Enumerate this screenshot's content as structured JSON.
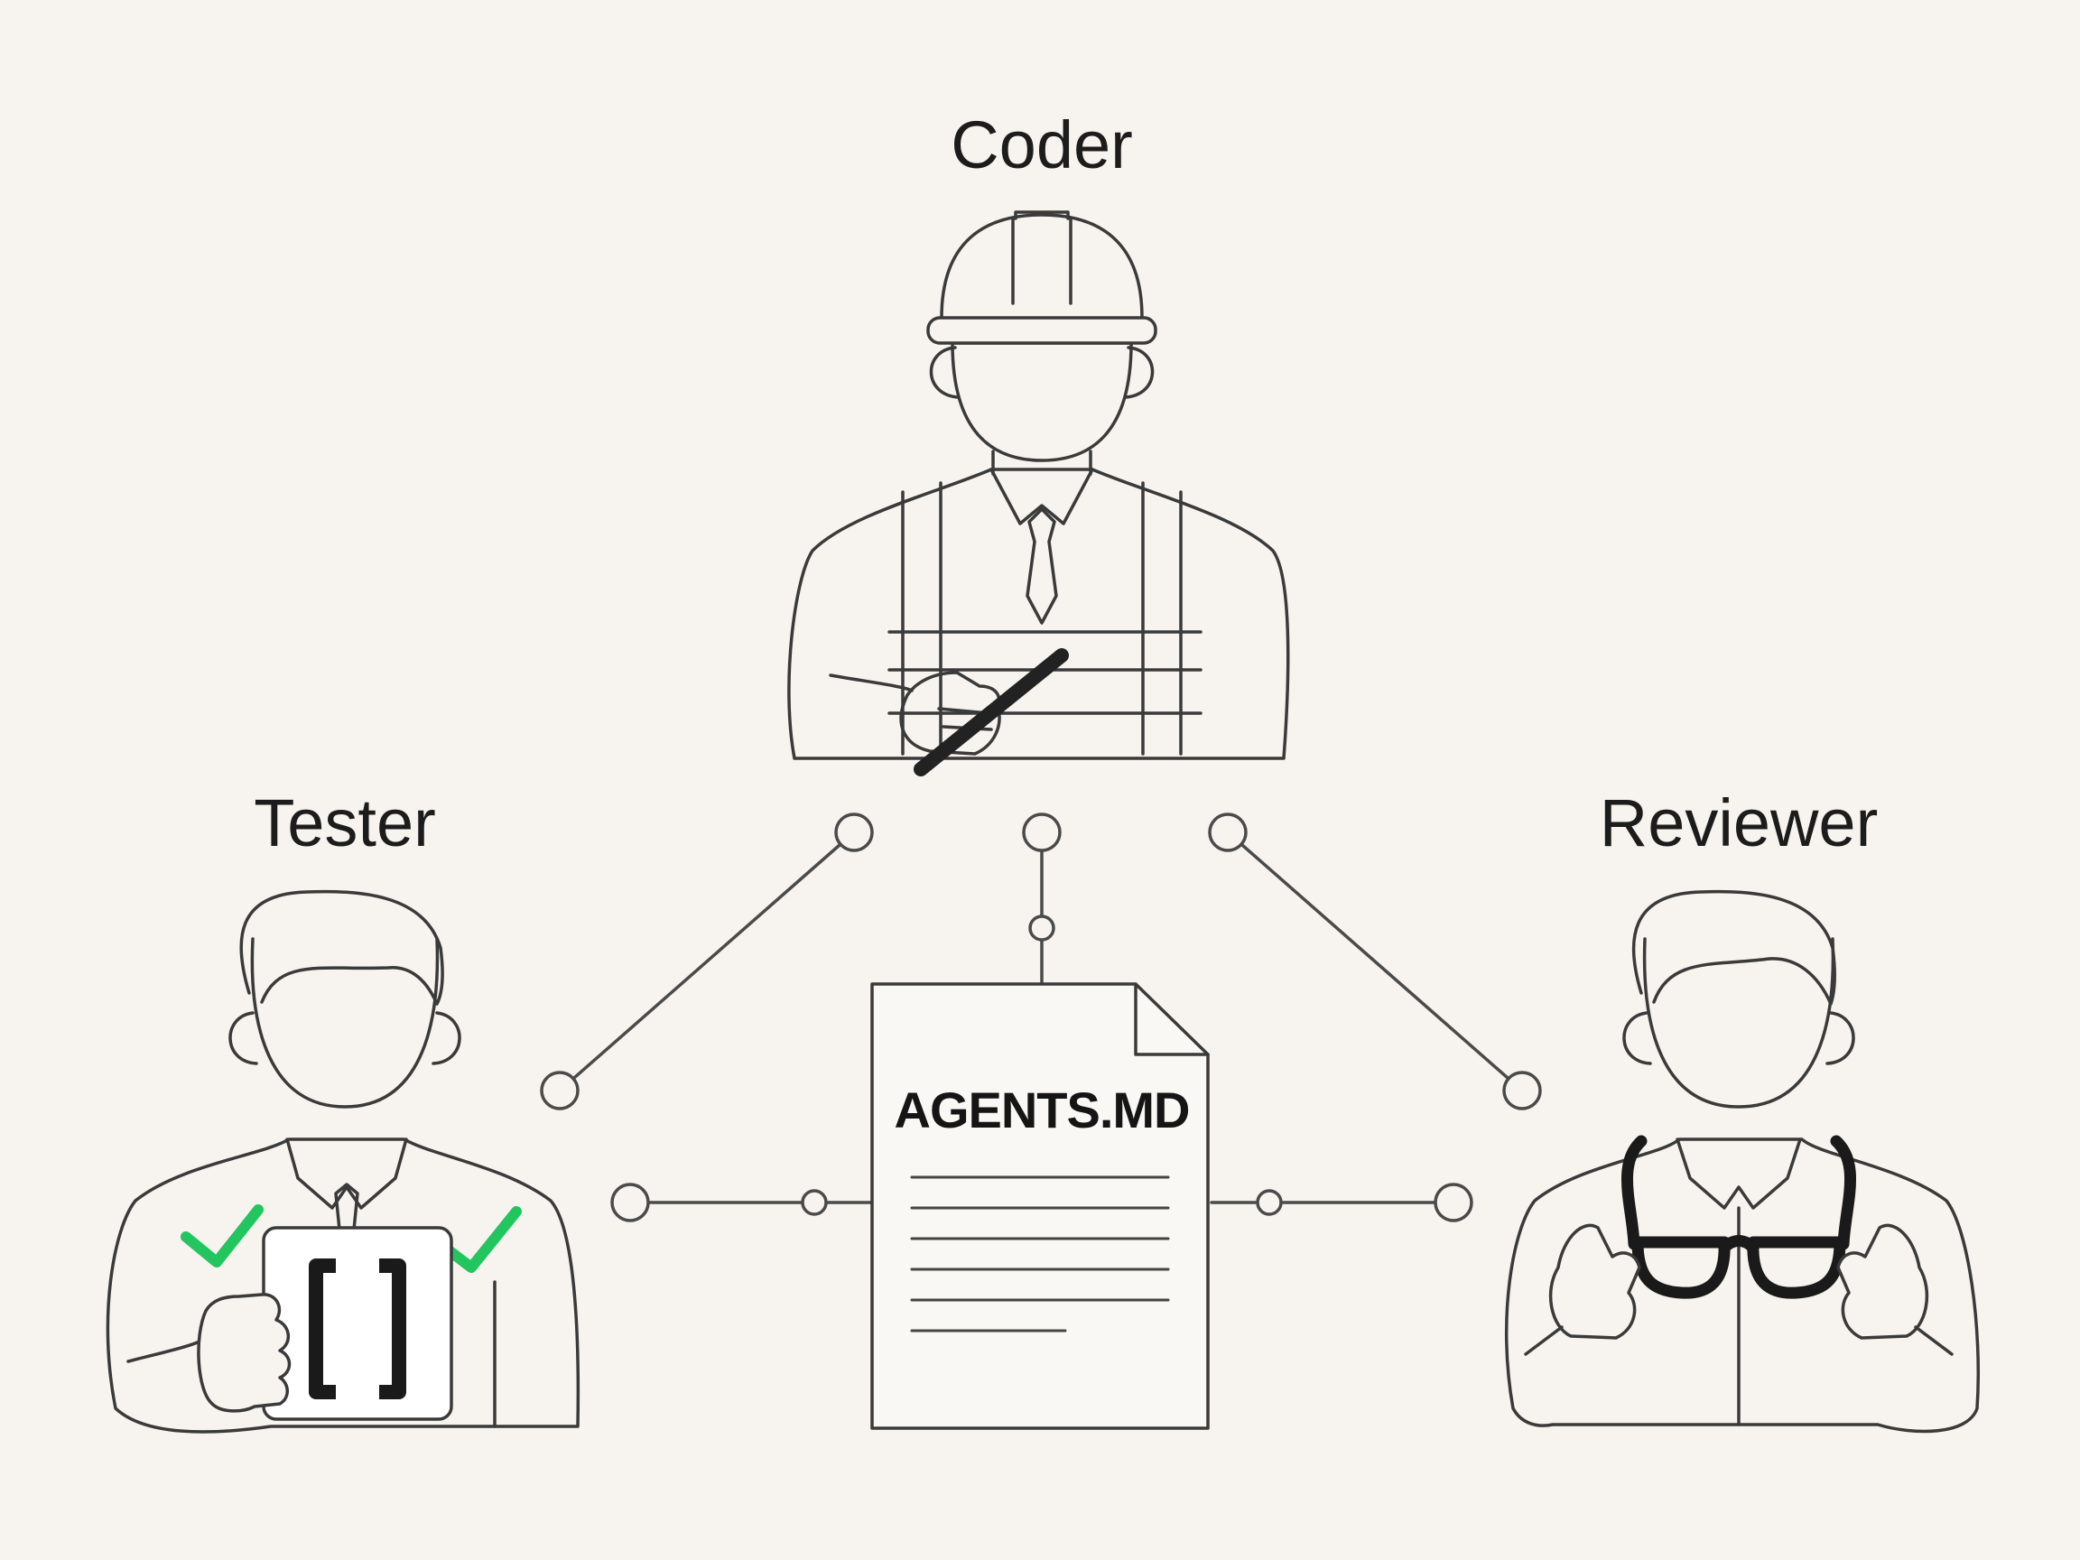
{
  "roles": {
    "coder": {
      "label": "Coder"
    },
    "tester": {
      "label": "Tester"
    },
    "reviewer": {
      "label": "Reviewer"
    }
  },
  "document": {
    "title": "AGENTS.MD"
  },
  "icons": {
    "coder": [
      "hard-hat-icon",
      "vest-icon",
      "pen-icon"
    ],
    "tester": [
      "check-icon",
      "code-braces-icon"
    ],
    "reviewer": [
      "glasses-icon"
    ]
  },
  "colors": {
    "background": "#f7f4ef",
    "stroke": "#3a3a3a",
    "check": "#22c55e"
  }
}
